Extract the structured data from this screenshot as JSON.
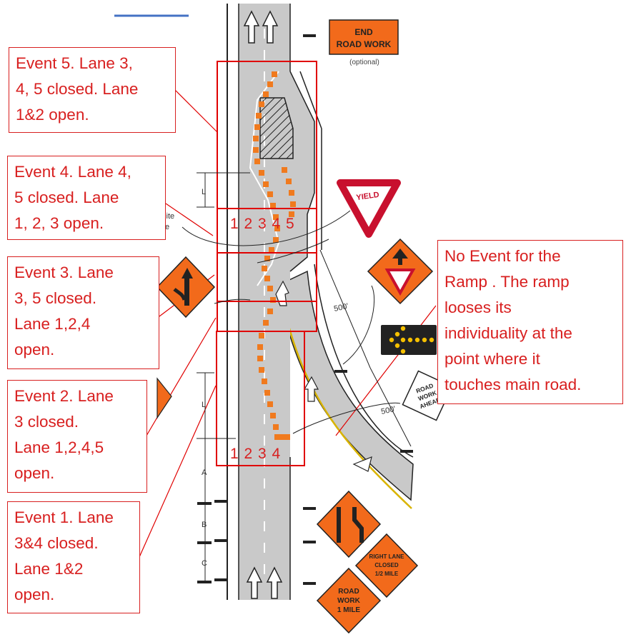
{
  "callouts": {
    "event5": "Event 5. Lane 3,\n4, 5 closed. Lane\n1&2  open.",
    "event4": "Event 4. Lane 4,\n5 closed. Lane\n1, 2, 3  open.",
    "event3": "Event 3. Lane\n3, 5  closed.\nLane 1,2,4\nopen.",
    "event2": "Event 2. Lane\n3  closed.\nLane 1,2,4,5\nopen.",
    "event1": "Event 1. Lane\n3&4  closed.\nLane 1&2\nopen.",
    "ramp": "No Event for the\nRamp . The ramp\nlooses its\nindividuality at the\npoint where it\ntouches main road."
  },
  "lane_labels": {
    "upper": "1 2 3 4 5",
    "lower": "1 2 3 4"
  },
  "signs": {
    "end_road_work": [
      "END",
      "ROAD WORK"
    ],
    "optional": "(optional)",
    "yield": "YIELD",
    "road_work_ahead": [
      "ROAD",
      "WORK",
      "AHEAD"
    ],
    "right_lane_closed": [
      "RIGHT LANE",
      "CLOSED",
      "1/2 MILE"
    ],
    "road_work_1_mile": [
      "ROAD",
      "WORK",
      "1 MILE"
    ]
  },
  "annotations": {
    "white_line": [
      "White",
      "line"
    ],
    "distance_500_a": "500'",
    "distance_500_b": "500'",
    "dim_L_top": "L",
    "dim_L_bottom": "L",
    "dim_A": "A",
    "dim_B": "B",
    "dim_C": "C"
  },
  "colors": {
    "annotation_red": "#d81f1f",
    "work_orange": "#f07a1e",
    "sign_orange": "#f26a1b",
    "road_gray": "#c9c9c9",
    "ramp_yellow": "#d9b400",
    "top_rule_blue": "#4472c4"
  }
}
